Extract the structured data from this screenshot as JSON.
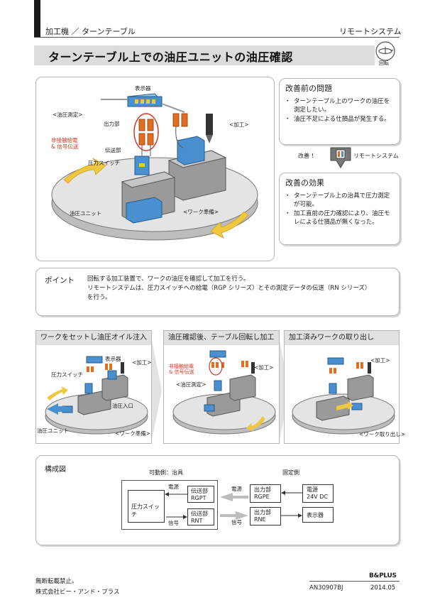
{
  "header": {
    "breadcrumb": "加工機 ／ ターンテーブル",
    "category": "リモートシステム"
  },
  "title": "ターンテーブル上での油圧ユニットの油圧確認",
  "badge": {
    "label": "回転"
  },
  "main_figure": {
    "display_label": "表示器",
    "pressure_measure_label": "<油圧測定>",
    "output_label": "出力部",
    "contactless_label": "非接触給電\n& 信号伝送",
    "transmitter_label": "伝送部",
    "pressure_switch_label": "圧力スイッチ",
    "machining_label": "<加工>",
    "hydraulic_unit_label": "油圧ユニット",
    "work_prep_label": "<ワーク準備>"
  },
  "problem": {
    "title": "改善前の問題",
    "items": [
      "ターンテーブル上のワークの油圧を\n測定したい。",
      "油圧不足による仕損品が発生する。"
    ]
  },
  "improvement_arrow": {
    "left": "改善 ！",
    "right": "リモートシステム"
  },
  "effect": {
    "title": "改善の効果",
    "items": [
      "ターンテーブル上の治具で圧力測定\nが可能。",
      "加工直前の圧力確認により、油圧モ\nレによる仕損品が無くなった。"
    ]
  },
  "point": {
    "label": "ポイント",
    "lines": [
      "回転する加工装置で、ワークの油圧を確認して加工を行う。",
      "リモートシステムは、圧力スイッチへの給電（RGP シリーズ）とその測定データの伝送（RN シリーズ）",
      "を行う。"
    ]
  },
  "steps": [
    {
      "title": "ワークをセットし油圧オイル注入",
      "labels": {
        "display": "表示器",
        "machining": "<加工>",
        "pressure_switch": "圧力スイッチ",
        "inlet": "油圧入口",
        "hydraulic_unit": "油圧ユニット",
        "work_prep": "<ワーク準備>"
      }
    },
    {
      "title": "油圧確認後、テーブル回転し加工",
      "labels": {
        "contactless": "非接触給電\n& 信号伝送",
        "pressure_measure": "<油圧測定>",
        "machining": "<加工>"
      }
    },
    {
      "title": "加工済みワークの取り出し",
      "labels": {
        "machining": "<加工>",
        "work_removal": "<ワーク取り出し>"
      }
    }
  ],
  "config": {
    "title": "構成図",
    "movable_side": "可動側：治具",
    "fixed_side": "固定側",
    "pressure_switch": "圧力スイッチ",
    "tx_top_line1": "伝送部",
    "tx_top_line2": "RGPT",
    "tx_bot_line1": "伝送部",
    "tx_bot_line2": "RNT",
    "out_top_line1": "出力部",
    "out_top_line2": "RGPE",
    "out_bot_line1": "出力部",
    "out_bot_line2": "RNE",
    "power_label_left": "電源",
    "signal_label_left": "信号",
    "power_label_right": "電源",
    "signal_label_right": "信号",
    "power_supply_line1": "電源",
    "power_supply_line2": "24V DC",
    "display": "表示器"
  },
  "footer": {
    "notice": "無断転載禁止。",
    "company": "株式会社ビー・アンド・プラス",
    "logo": "B&PLUS",
    "doc_no": "AN30907BJ",
    "date": "2014.05"
  },
  "colors": {
    "orange": "#e07020",
    "red": "#d23a22",
    "blue": "#4a90d0",
    "platform": "#d9d9d9",
    "yellow_arrow": "#f0c840"
  }
}
